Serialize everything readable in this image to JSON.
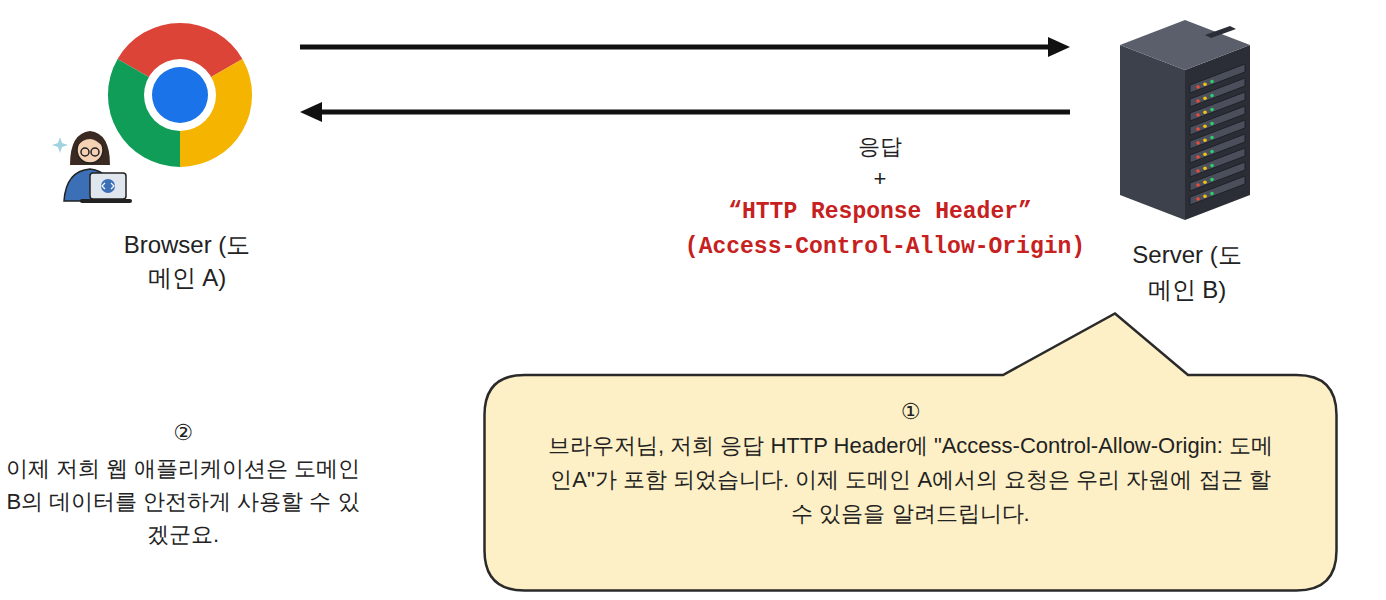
{
  "diagram": {
    "nodes": [
      {
        "text": [
          "Browser (도메인 A)"
        ]
      },
      {
        "text": [
          "Server (도메인 B)"
        ]
      },
      {
        "text": [
          "①",
          "브라우저님, 저희 응답 HTTP Header에 \"Access-Control-Allow-Origin: 도메인A\"가 포함 되었습니다. 이제 도메인 A에서의 요청은 우리 자원에 접근 할 수 있음을 알려드립니다."
        ]
      }
    ],
    "edges": [
      {
        "from": 0,
        "to": 1,
        "arrow": "to"
      },
      {
        "from": 1,
        "to": 0,
        "arrow": "to",
        "label": "응답"
      }
    ],
    "labels": [
      "+",
      "“HTTP Response Header”",
      "(Access-Control-Allow-Origin)",
      "②",
      "이제 저희 웹 애플리케이션은 도메인 B의 데이터를 안전하게 사용할 수 있겠군요."
    ]
  }
}
